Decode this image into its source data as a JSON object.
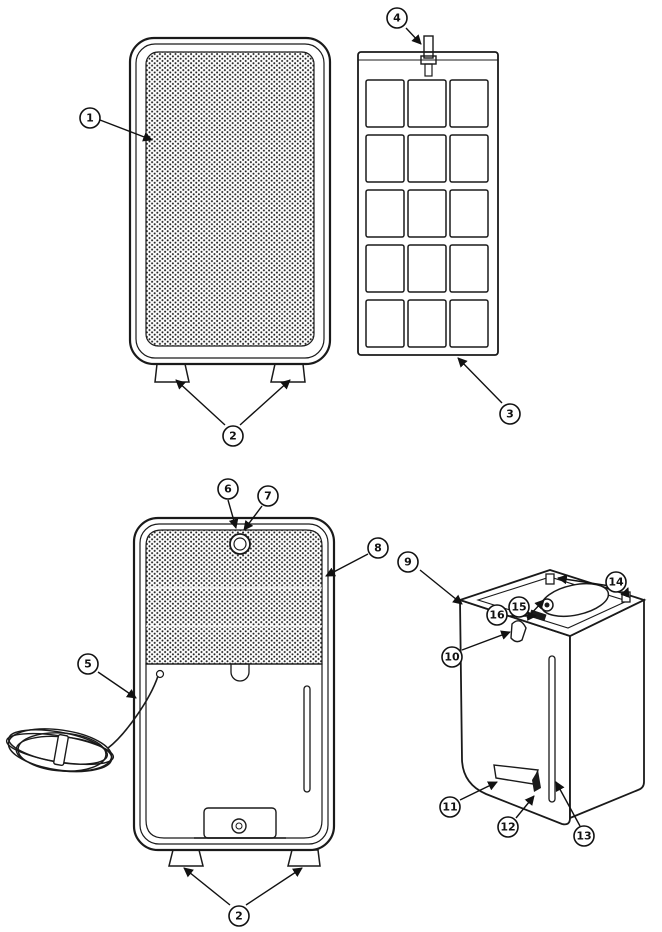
{
  "diagram": {
    "callouts": [
      "1",
      "2",
      "3",
      "4",
      "5",
      "6",
      "7",
      "8",
      "9",
      "10",
      "11",
      "12",
      "13",
      "14",
      "15",
      "16"
    ],
    "colors": {
      "ink": "#1a1a1a",
      "grille": "#222222",
      "background": "#ffffff"
    }
  }
}
